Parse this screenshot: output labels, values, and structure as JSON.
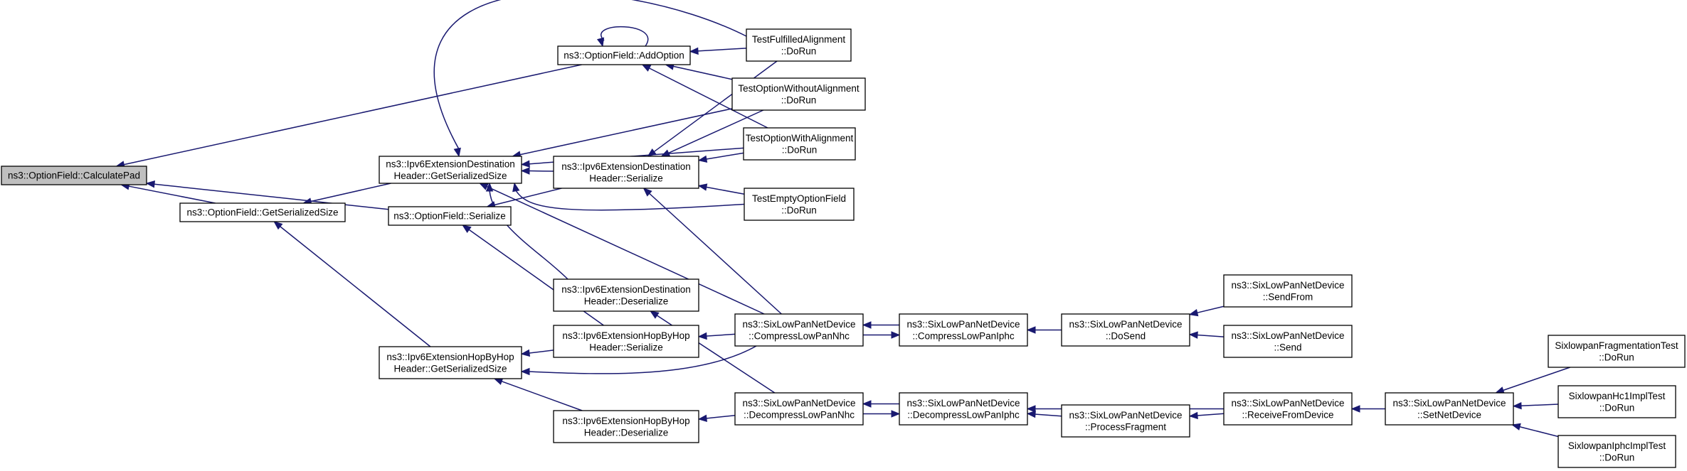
{
  "colors": {
    "edge": "#191970",
    "root_fill": "#bfbfbf",
    "node_fill": "#ffffff"
  },
  "nodes": [
    {
      "id": "calcpad",
      "lines": [
        "ns3::OptionField::CalculatePad"
      ]
    },
    {
      "id": "of_getsize",
      "lines": [
        "ns3::OptionField::GetSerializedSize"
      ]
    },
    {
      "id": "addoption",
      "lines": [
        "ns3::OptionField::AddOption"
      ]
    },
    {
      "id": "dest_getsize",
      "lines": [
        "ns3::Ipv6ExtensionDestination",
        "Header::GetSerializedSize"
      ]
    },
    {
      "id": "of_serialize",
      "lines": [
        "ns3::OptionField::Serialize"
      ]
    },
    {
      "id": "hbh_getsize",
      "lines": [
        "ns3::Ipv6ExtensionHopByHop",
        "Header::GetSerializedSize"
      ]
    },
    {
      "id": "dest_serialize",
      "lines": [
        "ns3::Ipv6ExtensionDestination",
        "Header::Serialize"
      ]
    },
    {
      "id": "dest_deserialize",
      "lines": [
        "ns3::Ipv6ExtensionDestination",
        "Header::Deserialize"
      ]
    },
    {
      "id": "hbh_serialize",
      "lines": [
        "ns3::Ipv6ExtensionHopByHop",
        "Header::Serialize"
      ]
    },
    {
      "id": "hbh_deserialize",
      "lines": [
        "ns3::Ipv6ExtensionHopByHop",
        "Header::Deserialize"
      ]
    },
    {
      "id": "t_fulfilled",
      "lines": [
        "TestFulfilledAlignment",
        "::DoRun"
      ]
    },
    {
      "id": "t_without",
      "lines": [
        "TestOptionWithoutAlignment",
        "::DoRun"
      ]
    },
    {
      "id": "t_with",
      "lines": [
        "TestOptionWithAlignment",
        "::DoRun"
      ]
    },
    {
      "id": "t_empty",
      "lines": [
        "TestEmptyOptionField",
        "::DoRun"
      ]
    },
    {
      "id": "compress_nhc",
      "lines": [
        "ns3::SixLowPanNetDevice",
        "::CompressLowPanNhc"
      ]
    },
    {
      "id": "decompress_nhc",
      "lines": [
        "ns3::SixLowPanNetDevice",
        "::DecompressLowPanNhc"
      ]
    },
    {
      "id": "compress_iphc",
      "lines": [
        "ns3::SixLowPanNetDevice",
        "::CompressLowPanIphc"
      ]
    },
    {
      "id": "decompress_iphc",
      "lines": [
        "ns3::SixLowPanNetDevice",
        "::DecompressLowPanIphc"
      ]
    },
    {
      "id": "dosend",
      "lines": [
        "ns3::SixLowPanNetDevice",
        "::DoSend"
      ]
    },
    {
      "id": "processfrag",
      "lines": [
        "ns3::SixLowPanNetDevice",
        "::ProcessFragment"
      ]
    },
    {
      "id": "sendfrom",
      "lines": [
        "ns3::SixLowPanNetDevice",
        "::SendFrom"
      ]
    },
    {
      "id": "send",
      "lines": [
        "ns3::SixLowPanNetDevice",
        "::Send"
      ]
    },
    {
      "id": "receivefrom",
      "lines": [
        "ns3::SixLowPanNetDevice",
        "::ReceiveFromDevice"
      ]
    },
    {
      "id": "setnetdevice",
      "lines": [
        "ns3::SixLowPanNetDevice",
        "::SetNetDevice"
      ]
    },
    {
      "id": "t_frag",
      "lines": [
        "SixlowpanFragmentationTest",
        "::DoRun"
      ]
    },
    {
      "id": "t_hc1",
      "lines": [
        "SixlowpanHc1ImplTest",
        "::DoRun"
      ]
    },
    {
      "id": "t_iphc",
      "lines": [
        "SixlowpanIphcImplTest",
        "::DoRun"
      ]
    }
  ],
  "edges": [
    {
      "from": "of_getsize",
      "to": "calcpad"
    },
    {
      "from": "addoption",
      "to": "calcpad"
    },
    {
      "from": "of_serialize",
      "to": "calcpad"
    },
    {
      "from": "dest_getsize",
      "to": "of_getsize"
    },
    {
      "from": "hbh_getsize",
      "to": "of_getsize"
    },
    {
      "from": "addoption",
      "to": "addoption"
    },
    {
      "from": "t_fulfilled",
      "to": "addoption"
    },
    {
      "from": "t_without",
      "to": "addoption"
    },
    {
      "from": "t_with",
      "to": "addoption"
    },
    {
      "from": "dest_serialize",
      "to": "dest_getsize"
    },
    {
      "from": "dest_deserialize",
      "to": "dest_getsize"
    },
    {
      "from": "compress_nhc",
      "to": "dest_getsize"
    },
    {
      "from": "t_fulfilled",
      "to": "dest_getsize"
    },
    {
      "from": "t_without",
      "to": "dest_getsize"
    },
    {
      "from": "t_with",
      "to": "dest_getsize"
    },
    {
      "from": "t_empty",
      "to": "dest_getsize"
    },
    {
      "from": "dest_serialize",
      "to": "of_serialize"
    },
    {
      "from": "hbh_serialize",
      "to": "of_serialize"
    },
    {
      "from": "t_fulfilled",
      "to": "dest_serialize"
    },
    {
      "from": "t_without",
      "to": "dest_serialize"
    },
    {
      "from": "t_with",
      "to": "dest_serialize"
    },
    {
      "from": "t_empty",
      "to": "dest_serialize"
    },
    {
      "from": "compress_nhc",
      "to": "dest_serialize"
    },
    {
      "from": "hbh_serialize",
      "to": "hbh_getsize"
    },
    {
      "from": "hbh_deserialize",
      "to": "hbh_getsize"
    },
    {
      "from": "compress_nhc",
      "to": "hbh_getsize"
    },
    {
      "from": "decompress_nhc",
      "to": "dest_deserialize"
    },
    {
      "from": "compress_nhc",
      "to": "hbh_serialize"
    },
    {
      "from": "decompress_nhc",
      "to": "hbh_deserialize"
    },
    {
      "from": "compress_iphc",
      "to": "compress_nhc"
    },
    {
      "from": "compress_nhc",
      "to": "compress_iphc"
    },
    {
      "from": "decompress_iphc",
      "to": "decompress_nhc"
    },
    {
      "from": "decompress_nhc",
      "to": "decompress_iphc"
    },
    {
      "from": "dosend",
      "to": "compress_iphc"
    },
    {
      "from": "processfrag",
      "to": "decompress_iphc"
    },
    {
      "from": "receivefrom",
      "to": "decompress_iphc"
    },
    {
      "from": "sendfrom",
      "to": "dosend"
    },
    {
      "from": "send",
      "to": "dosend"
    },
    {
      "from": "receivefrom",
      "to": "processfrag"
    },
    {
      "from": "setnetdevice",
      "to": "receivefrom"
    },
    {
      "from": "t_frag",
      "to": "setnetdevice"
    },
    {
      "from": "t_hc1",
      "to": "setnetdevice"
    },
    {
      "from": "t_iphc",
      "to": "setnetdevice"
    }
  ]
}
